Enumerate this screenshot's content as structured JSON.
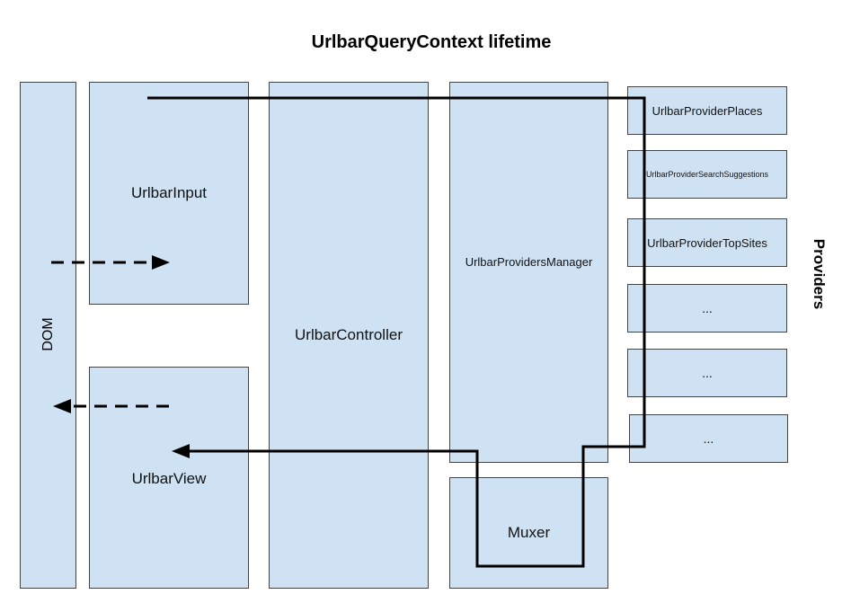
{
  "title": "UrlbarQueryContext lifetime",
  "boxes": {
    "dom": "DOM",
    "input": "UrlbarInput",
    "view": "UrlbarView",
    "controller": "UrlbarController",
    "manager": "UrlbarProvidersManager",
    "muxer": "Muxer"
  },
  "providers_label": "Providers",
  "providers": [
    "UrlbarProviderPlaces",
    "UrlbarProviderSearchSuggestions",
    "UrlbarProviderTopSites",
    "...",
    "...",
    "..."
  ],
  "colors": {
    "box_fill": "#cfe2f3",
    "box_border": "#444444",
    "line": "#000000"
  }
}
